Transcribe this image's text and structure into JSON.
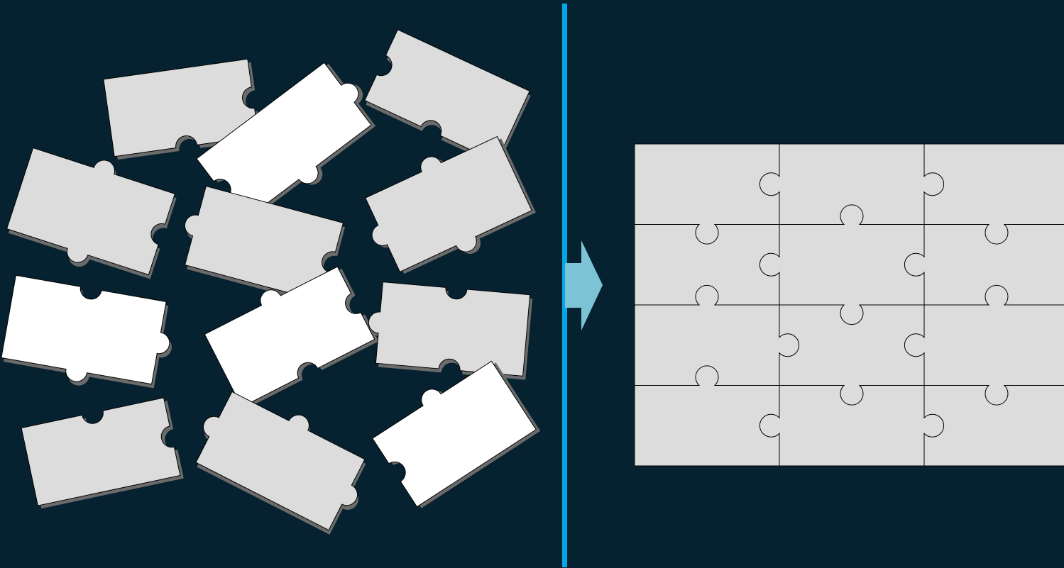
{
  "colors": {
    "background": "#062230",
    "piece_fill": "#dcdcdc",
    "piece_highlight": "#ffffff",
    "piece_outline": "#000000",
    "piece_shadow": "#6b6b6b",
    "divider": "#00a8e8",
    "arrow": "#7dc3d6"
  },
  "scattered_pieces": {
    "total": 12,
    "highlighted": 4,
    "description_shape": "jigsaw piece"
  },
  "assembled_puzzle": {
    "columns": 3,
    "rows": 4,
    "pieces": 12
  },
  "icons": {
    "divider": "vertical-divider-line",
    "arrow": "right-arrow-icon"
  }
}
